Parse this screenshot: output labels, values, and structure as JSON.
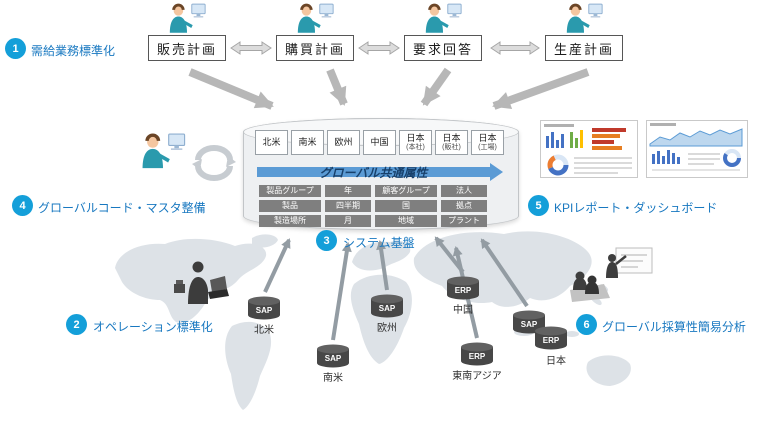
{
  "steps": [
    {
      "num": "1",
      "label": "需給業務標準化"
    },
    {
      "num": "2",
      "label": "オペレーション標準化"
    },
    {
      "num": "3",
      "label": "システム基盤"
    },
    {
      "num": "4",
      "label": "グローバルコード・マスタ整備"
    },
    {
      "num": "5",
      "label": "KPIレポート・ダッシュボード"
    },
    {
      "num": "6",
      "label": "グローバル採算性簡易分析"
    }
  ],
  "plans": [
    "販売計画",
    "購買計画",
    "要求回答",
    "生産計画"
  ],
  "platform": {
    "arrow_label": "グローバル共通属性",
    "regions": [
      {
        "name": "北米"
      },
      {
        "name": "南米"
      },
      {
        "name": "欧州"
      },
      {
        "name": "中国"
      },
      {
        "name": "日本",
        "sub": "(本社)"
      },
      {
        "name": "日本",
        "sub": "(販社)"
      },
      {
        "name": "日本",
        "sub": "(工場)"
      }
    ],
    "attributes": [
      [
        "製品グループ",
        "年",
        "顧客グループ",
        "法人"
      ],
      [
        "製品",
        "四半期",
        "国",
        "拠点"
      ],
      [
        "製造場所",
        "月",
        "地域",
        "プラント"
      ]
    ]
  },
  "systems": [
    {
      "sys": "SAP",
      "region": "北米"
    },
    {
      "sys": "SAP",
      "region": "南米"
    },
    {
      "sys": "SAP",
      "region": "欧州"
    },
    {
      "sys": "ERP",
      "region": "中国"
    },
    {
      "sys": "ERP",
      "region": "東南アジア"
    },
    {
      "sys": "SAP",
      "sys2": "ERP",
      "region": "日本"
    }
  ],
  "colors": {
    "badge_blue": "#149fd9",
    "label_blue": "#1878c0",
    "arrow_gray": "#b7b7b7",
    "attr_gray": "#7f7f7f",
    "db_gray": "#474747",
    "common_arrow_blue": "#5b9bd5"
  }
}
